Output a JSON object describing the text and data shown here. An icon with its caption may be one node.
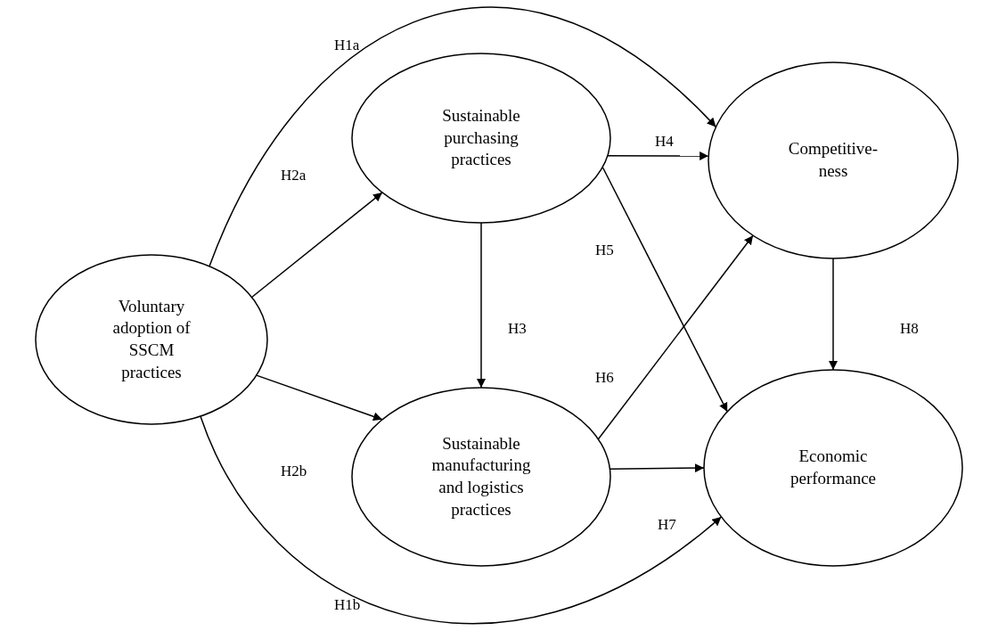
{
  "diagram": {
    "nodes": [
      {
        "text": [
          "Voluntary adoption of SSCM practices"
        ]
      },
      {
        "text": [
          "Sustainable purchasing practices"
        ]
      },
      {
        "text": [
          "Sustainable manufacturing and logistics practices"
        ]
      },
      {
        "text": [
          "Competitive- ness"
        ]
      },
      {
        "text": [
          "Economic performance"
        ]
      }
    ],
    "edges": [
      {
        "from": 0,
        "to": 3,
        "arrow": "to",
        "label": "H1a"
      },
      {
        "from": 0,
        "to": 1,
        "arrow": "to",
        "label": "H2a"
      },
      {
        "from": 0,
        "to": 2,
        "arrow": "to",
        "label": "H2b"
      },
      {
        "from": 0,
        "to": 4,
        "arrow": "to",
        "label": "H1b"
      },
      {
        "from": 1,
        "to": 2,
        "arrow": "to",
        "label": "H3"
      },
      {
        "from": 1,
        "to": 3,
        "arrow": "to",
        "label": "H4"
      },
      {
        "from": 1,
        "to": 4,
        "arrow": "to",
        "label": "H5"
      },
      {
        "from": 2,
        "to": 3,
        "arrow": "to",
        "label": "H6"
      },
      {
        "from": 2,
        "to": 4,
        "arrow": "to",
        "label": "H7"
      },
      {
        "from": 3,
        "to": 4,
        "arrow": "to",
        "label": "H8"
      }
    ]
  }
}
